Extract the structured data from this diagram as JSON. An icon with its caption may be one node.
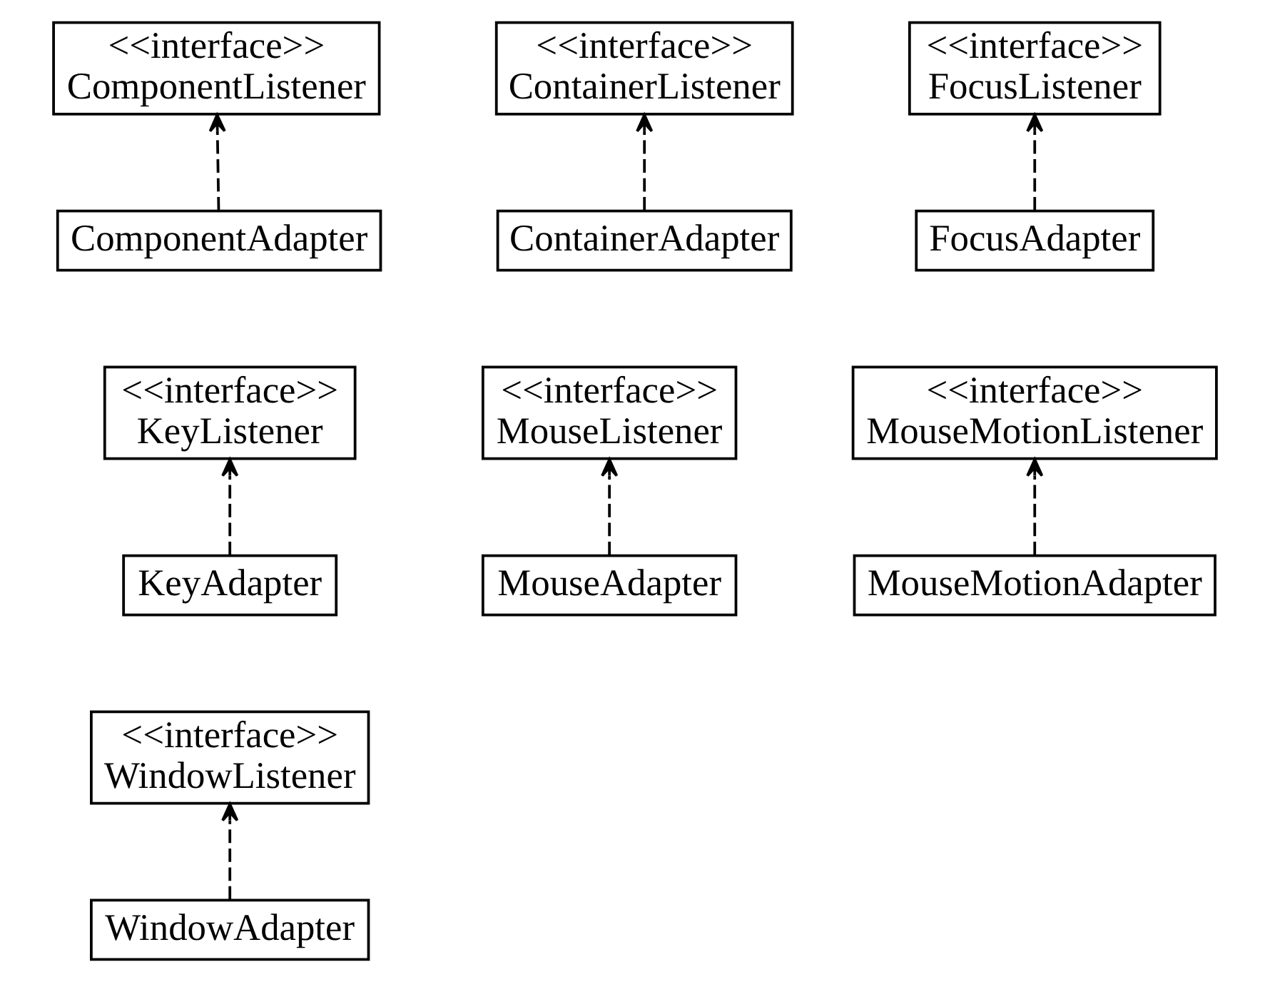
{
  "diagram": {
    "nodes": [
      {
        "text": [
          "<<interface>>",
          "ComponentListener"
        ]
      },
      {
        "text": [
          "ComponentAdapter"
        ]
      },
      {
        "text": [
          "<<interface>>",
          "ContainerListener"
        ]
      },
      {
        "text": [
          "ContainerAdapter"
        ]
      },
      {
        "text": [
          "<<interface>>",
          "FocusListener"
        ]
      },
      {
        "text": [
          "FocusAdapter"
        ]
      },
      {
        "text": [
          "<<interface>>",
          "KeyListener"
        ]
      },
      {
        "text": [
          "KeyAdapter"
        ]
      },
      {
        "text": [
          "<<interface>>",
          "MouseListener"
        ]
      },
      {
        "text": [
          "MouseAdapter"
        ]
      },
      {
        "text": [
          "<<interface>>",
          "MouseMotionListener"
        ]
      },
      {
        "text": [
          "MouseMotionAdapter"
        ]
      },
      {
        "text": [
          "<<interface>>",
          "WindowListener"
        ]
      },
      {
        "text": [
          "WindowAdapter"
        ]
      }
    ],
    "edges": [
      {
        "from": 1,
        "to": 0,
        "arrow": "to",
        "style": "dashed"
      },
      {
        "from": 3,
        "to": 2,
        "arrow": "to",
        "style": "dashed"
      },
      {
        "from": 5,
        "to": 4,
        "arrow": "to",
        "style": "dashed"
      },
      {
        "from": 7,
        "to": 6,
        "arrow": "to",
        "style": "dashed"
      },
      {
        "from": 9,
        "to": 8,
        "arrow": "to",
        "style": "dashed"
      },
      {
        "from": 11,
        "to": 10,
        "arrow": "to",
        "style": "dashed"
      },
      {
        "from": 13,
        "to": 12,
        "arrow": "to",
        "style": "dashed"
      }
    ]
  }
}
